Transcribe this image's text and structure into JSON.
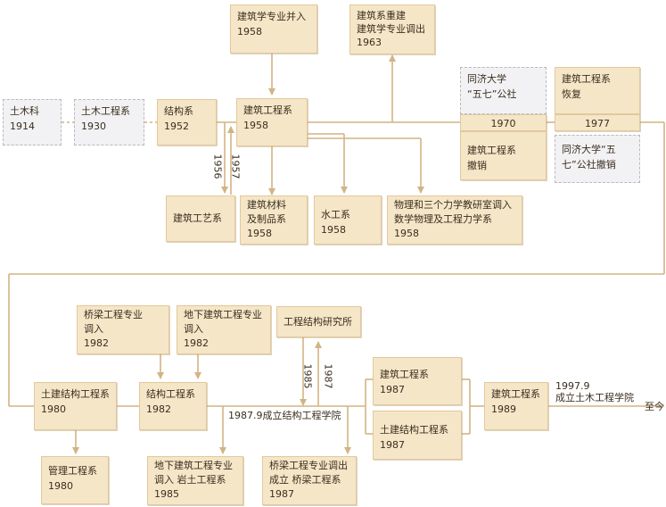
{
  "colors": {
    "box_fill": "#f5e6c8",
    "box_border": "#e2c99a",
    "line": "#d2b484",
    "gray_fill": "#f2f2f4"
  },
  "top": {
    "tumuke": "土木科\n1914",
    "tumu_gcx": "土木工程系\n1930",
    "jiegou_1952": "结构系\n1952",
    "jianzhu_gcx_1958": "建筑工程系\n1958",
    "jianzhu_major_merged": "建筑学专业并入\n1958",
    "jianzhu_rebuilt": "建筑系重建\n建筑学专业调出\n1963",
    "tongji_wuqi": "同济大学\n“五七”公社",
    "year_1970": "1970",
    "jianzhu_revoked": "建筑工程系\n撤销",
    "jianzhu_restored": "建筑工程系\n恢复",
    "year_1977": "1977",
    "tongji_wuqi_revoked": "同济大学“五\n七”公社撤销",
    "label_1956": "1956",
    "label_1957": "1957",
    "gongyi": "建筑工艺系",
    "cailiao": "建筑材料\n及制品系\n1958",
    "shuigong": "水工系\n1958",
    "wuli": "物理和三个力学教研室调入\n数学物理及工程力学系\n1958"
  },
  "bottom": {
    "qiaoliang_in": "桥梁工程专业\n调入\n1982",
    "dixia_in": "地下建筑工程专业\n调入\n1982",
    "yanjiusuo": "工程结构研究所",
    "tujian_1980": "土建结构工程系\n1980",
    "jiegou_1982": "结构工程系\n1982",
    "label_1985": "1985",
    "label_1987": "1987",
    "xueyuan_label": "1987.9成立结构工程学院",
    "jianzhu_1987": "建筑工程系\n1987",
    "tujian_1987": "土建结构工程系\n1987",
    "jianzhu_1989": "建筑工程系\n1989",
    "tumu_xueyuan": "1997.9\n成立土木工程学院",
    "zhijin": "至今",
    "guanli": "管理工程系\n1980",
    "dixia_out": "地下建筑工程专业\n调入 岩土工程系\n1985",
    "qiaoliang_out": "桥梁工程专业调出\n成立 桥梁工程系\n1987"
  }
}
